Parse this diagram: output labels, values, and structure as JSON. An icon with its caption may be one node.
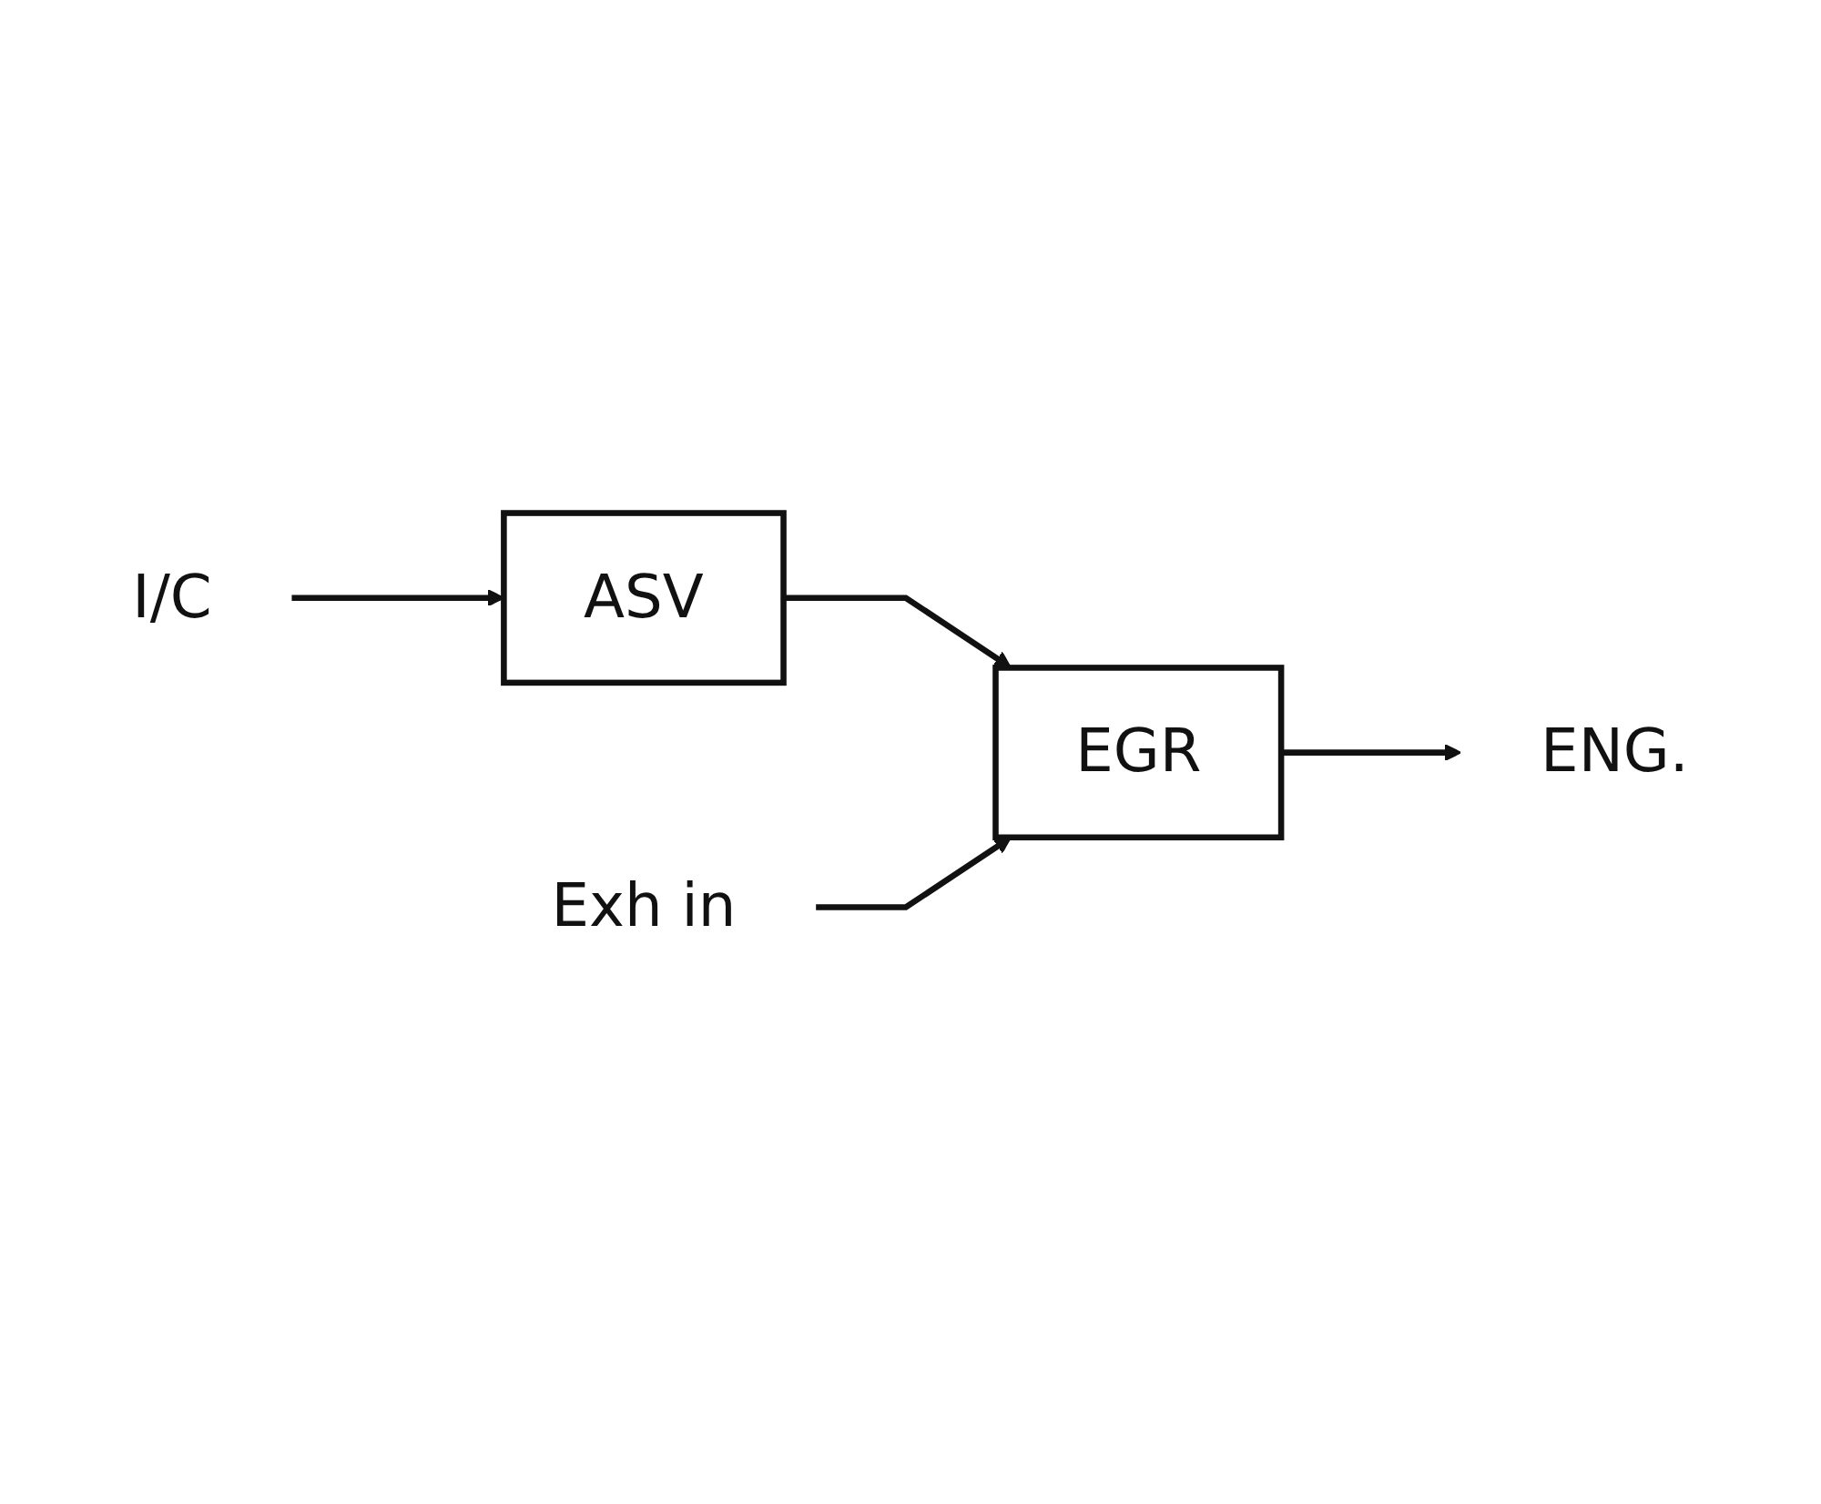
{
  "diagram": {
    "nodes": [
      {
        "text": [
          "I/C"
        ]
      },
      {
        "text": [
          "ASV"
        ]
      },
      {
        "text": [
          "EGR"
        ]
      },
      {
        "text": [
          "ENG."
        ]
      },
      {
        "text": [
          "Exh in"
        ]
      }
    ],
    "edges": [
      {
        "from": 0,
        "to": 1,
        "arrow": "to"
      },
      {
        "from": 1,
        "to": 2,
        "arrow": "to"
      },
      {
        "from": 2,
        "to": 3,
        "arrow": "to"
      },
      {
        "from": 4,
        "to": 2,
        "arrow": "to"
      }
    ]
  }
}
